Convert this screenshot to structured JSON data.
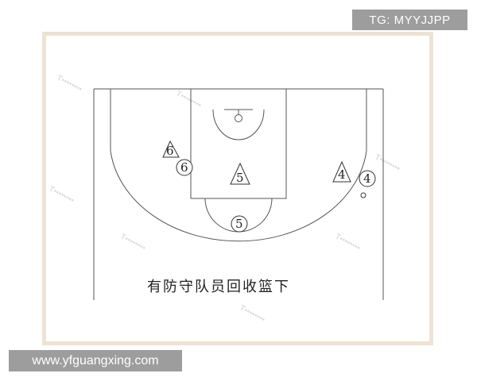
{
  "badges": {
    "tag": "TG: MYYJJPP",
    "url": "www.yfguangxing.com"
  },
  "caption": "有防守队员回收篮下",
  "players": {
    "offense": [
      "6",
      "5",
      "4"
    ],
    "defense": [
      "6",
      "5",
      "4"
    ]
  },
  "colors": {
    "frame_border": "#eee2d4",
    "line": "#555555",
    "badge_bg": "#9d9d9d"
  },
  "icons": {
    "offense_player": "triangle",
    "defense_player": "circle"
  }
}
